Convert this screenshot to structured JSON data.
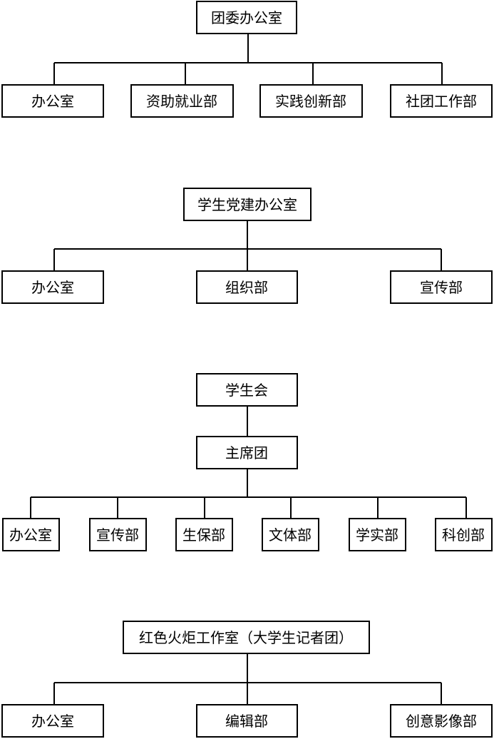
{
  "charts": [
    {
      "root": "团委办公室",
      "children": [
        "办公室",
        "资助就业部",
        "实践创新部",
        "社团工作部"
      ]
    },
    {
      "root": "学生党建办公室",
      "children": [
        "办公室",
        "组织部",
        "宣传部"
      ]
    },
    {
      "root": "学生会",
      "middle": "主席团",
      "children": [
        "办公室",
        "宣传部",
        "生保部",
        "文体部",
        "学实部",
        "科创部"
      ]
    },
    {
      "root": "红色火炬工作室（大学生记者团）",
      "children": [
        "办公室",
        "编辑部",
        "创意影像部"
      ]
    }
  ]
}
